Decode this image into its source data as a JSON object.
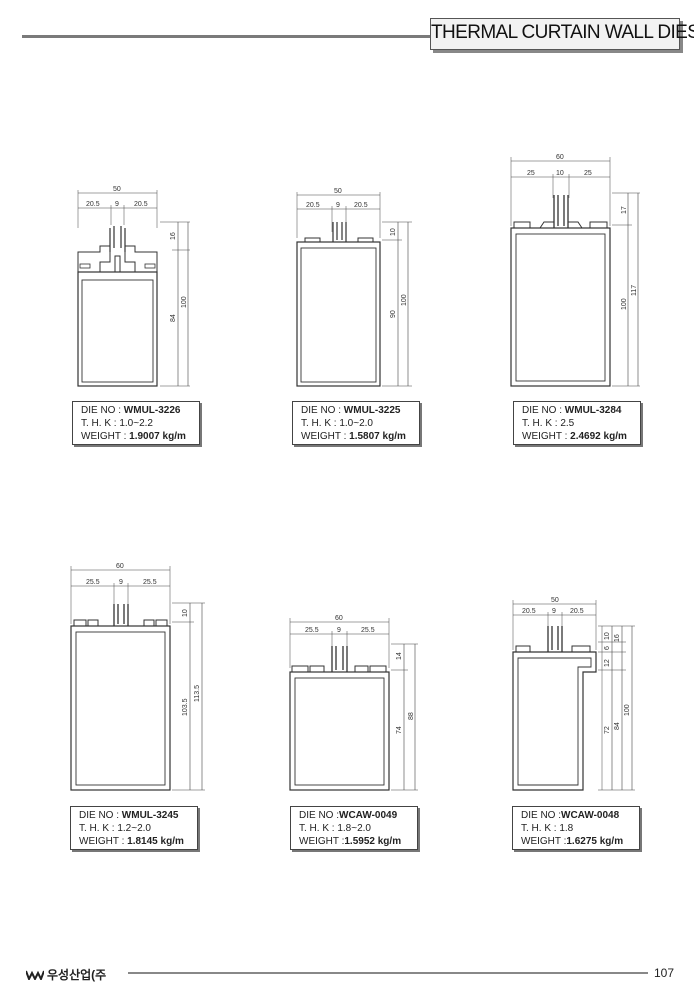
{
  "header": {
    "title": "THERMAL CURTAIN WALL DIES"
  },
  "labels": {
    "die_no": "DIE NO :",
    "thk": "T. H. K :",
    "weight": "WEIGHT :"
  },
  "dies": [
    {
      "die_no": "WMUL-3226",
      "thk": "1.0~2.2",
      "weight": "1.9007 kg/m",
      "dims": {
        "width": "50",
        "left": "20.5",
        "mid": "9",
        "right": "20.5",
        "v1": "16",
        "v2": "84",
        "v3": "100"
      }
    },
    {
      "die_no": "WMUL-3225",
      "thk": "1.0~2.0",
      "weight": "1.5807 kg/m",
      "dims": {
        "width": "50",
        "left": "20.5",
        "mid": "9",
        "right": "20.5",
        "v1": "10",
        "v2": "90",
        "v3": "100"
      }
    },
    {
      "die_no": "WMUL-3284",
      "thk": "2.5",
      "weight": "2.4692 kg/m",
      "dims": {
        "width": "60",
        "left": "25",
        "mid": "10",
        "right": "25",
        "v1": "17",
        "v2": "100",
        "v3": "117"
      }
    },
    {
      "die_no": "WMUL-3245",
      "thk": "1.2~2.0",
      "weight": "1.8145 kg/m",
      "dims": {
        "width": "60",
        "left": "25.5",
        "mid": "9",
        "right": "25.5",
        "v1": "10",
        "v2": "103.5",
        "v3": "113.5"
      }
    },
    {
      "die_no": "WCAW-0049",
      "thk": "1.8~2.0",
      "weight": "1.5952 kg/m",
      "dims": {
        "width": "60",
        "left": "25.5",
        "mid": "9",
        "right": "25.5",
        "v1": "14",
        "v2": "74",
        "v3": "88"
      }
    },
    {
      "die_no": "WCAW-0048",
      "thk": "1.8",
      "weight": "1.6275 kg/m",
      "dims": {
        "width": "50",
        "left": "20.5",
        "mid": "9",
        "right": "20.5",
        "v1": "10",
        "v2": "6",
        "v3": "16",
        "v4": "12",
        "v5": "72",
        "v6": "84",
        "v7": "100"
      }
    }
  ],
  "footer": {
    "company": "우성산업(주",
    "page": "107"
  }
}
